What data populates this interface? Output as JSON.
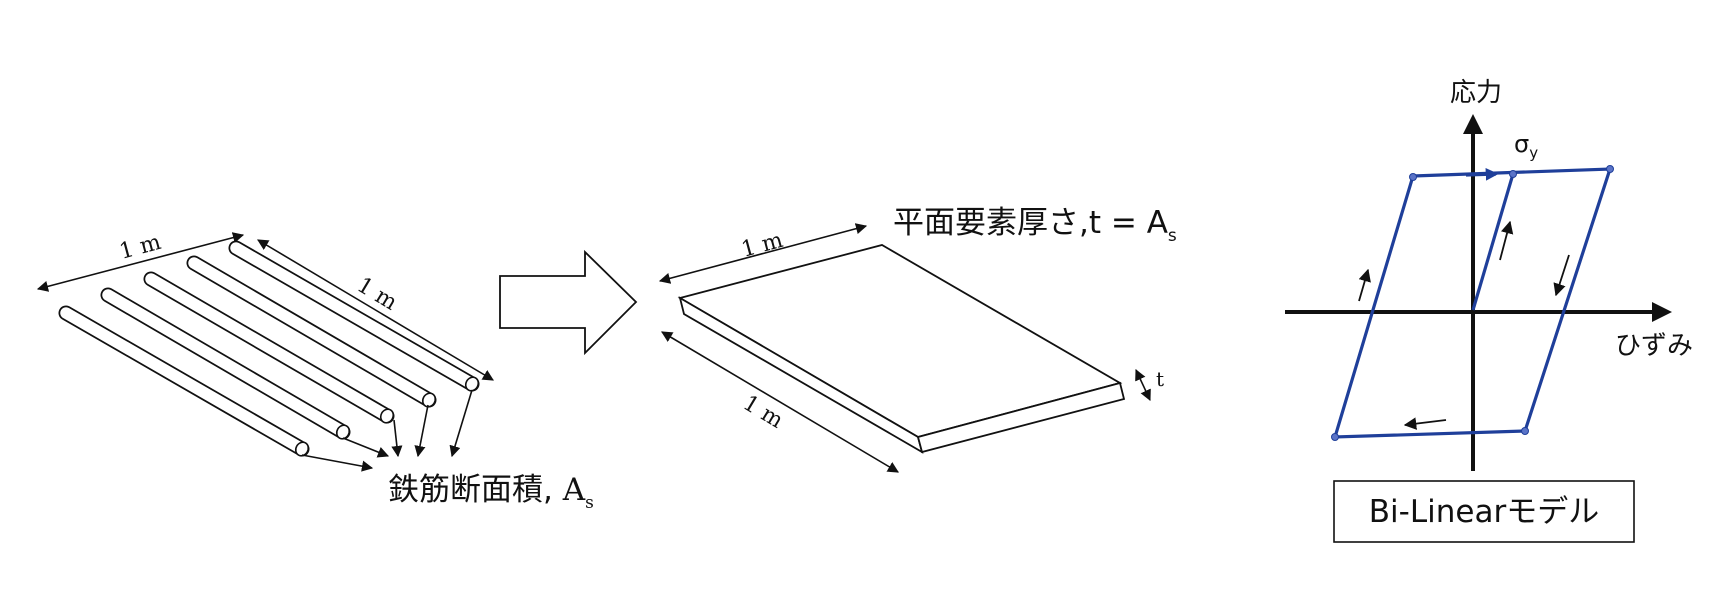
{
  "rebar_panel": {
    "top_dim_label": "1 m",
    "side_dim_label": "1 m",
    "area_label": "鉄筋断面積, ",
    "area_symbol": "A",
    "area_subscript": "s"
  },
  "plate_panel": {
    "top_dim_label": "1 m",
    "side_dim_label": "1 m",
    "thickness_label": "t",
    "title_label": "平面要素厚さ,t = ",
    "title_symbol": "A",
    "title_subscript": "s"
  },
  "bilinear_panel": {
    "y_axis_label": "応力",
    "x_axis_label": "ひずみ",
    "yield_symbol": "σ",
    "yield_subscript": "y",
    "model_label": "Bi-Linearモデル",
    "line_color": "#1f3f9a"
  },
  "colors": {
    "line": "#111111",
    "accent_blue": "#1f3f9a"
  }
}
